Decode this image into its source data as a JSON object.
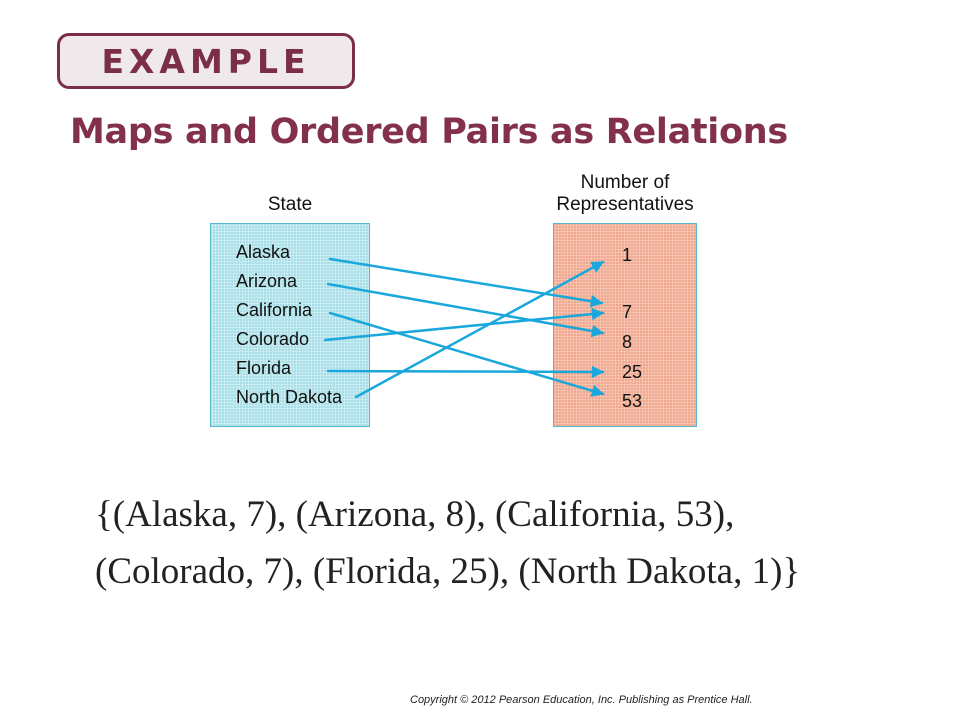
{
  "badge": {
    "label": "EXAMPLE"
  },
  "title": "Maps and Ordered Pairs as Relations",
  "diagram": {
    "domain_header": "State",
    "range_header_lines": [
      "Number of",
      "Representatives"
    ],
    "states": [
      "Alaska",
      "Arizona",
      "California",
      "Colorado",
      "Florida",
      "North Dakota"
    ],
    "numbers": [
      "1",
      "7",
      "8",
      "25",
      "53"
    ],
    "arrow_color": "#1aa7dc",
    "mappings": [
      {
        "from": "Alaska",
        "to": "7"
      },
      {
        "from": "Arizona",
        "to": "8"
      },
      {
        "from": "California",
        "to": "53"
      },
      {
        "from": "Colorado",
        "to": "7"
      },
      {
        "from": "Florida",
        "to": "25"
      },
      {
        "from": "North Dakota",
        "to": "1"
      }
    ]
  },
  "set_notation": {
    "line1": "{(Alaska, 7), (Arizona, 8), (California, 53),",
    "line2": "(Colorado, 7), (Florida, 25), (North Dakota, 1)}"
  },
  "copyright": "Copyright © 2012 Pearson Education, Inc. Publishing as Prentice Hall."
}
